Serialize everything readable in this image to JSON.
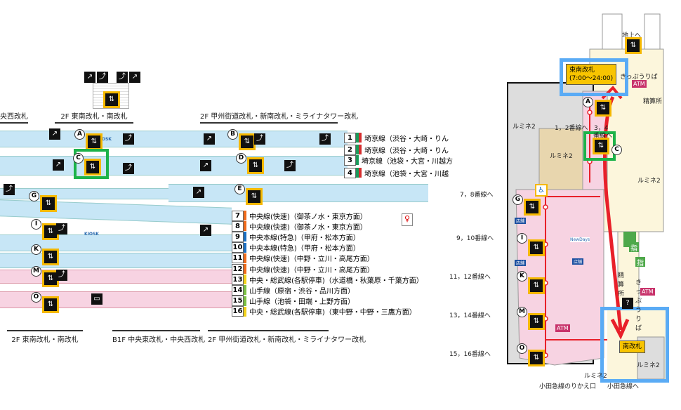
{
  "left_map": {
    "sections_top": [
      "央西改札",
      "2F 東南改札・南改札",
      "2F 甲州街道改札・新南改札・ミライナタワー改札"
    ],
    "sections_bottom": [
      "2F 東南改札・南改札",
      "B1F 中央東改札・中央西改札",
      "2F 甲州街道改札・新南改札・ミライナタワー改札"
    ],
    "markers": [
      "A",
      "B",
      "C",
      "D",
      "E",
      "G",
      "I",
      "K",
      "M",
      "O"
    ],
    "kiosk": "KIOSK",
    "tracks": [
      {
        "num": "1",
        "label": "埼京線（渋谷・大崎・りん",
        "color": "#d62e2e"
      },
      {
        "num": "2",
        "label": "埼京線（渋谷・大崎・りん",
        "color": "#d62e2e"
      },
      {
        "num": "3",
        "label": "埼京線（池袋・大宮・川越方",
        "color": "#1a9a5a"
      },
      {
        "num": "4",
        "label": "埼京線（池袋・大宮・川越",
        "color": "#d62e2e"
      },
      {
        "num": "7",
        "label": "中央線(快速)（御茶ノ水・東京方面）",
        "color": "#f06a1a"
      },
      {
        "num": "8",
        "label": "中央線(快速)（御茶ノ水・東京方面）",
        "color": "#f06a1a"
      },
      {
        "num": "9",
        "label": "中央本線(特急)（甲府・松本方面）",
        "color": "#1b6fc2"
      },
      {
        "num": "10",
        "label": "中央本線(特急)（甲府・松本方面）",
        "color": "#1b6fc2"
      },
      {
        "num": "11",
        "label": "中央線(快速)（中野・立川・高尾方面）",
        "color": "#f06a1a"
      },
      {
        "num": "12",
        "label": "中央線(快速)（中野・立川・高尾方面）",
        "color": "#f06a1a"
      },
      {
        "num": "13",
        "label": "中央・総武線(各駅停車)（水道橋・秋葉原・千葉方面）",
        "color": "#f2d21a"
      },
      {
        "num": "14",
        "label": "山手線（原宿・渋谷・品川方面）",
        "color": "#7bc043"
      },
      {
        "num": "15",
        "label": "山手線（池袋・田端・上野方面）",
        "color": "#7bc043"
      },
      {
        "num": "16",
        "label": "中央・総武線(各駅停車)（東中野・中野・三鷹方面）",
        "color": "#f2d21a"
      }
    ]
  },
  "right_map": {
    "gate_east_south": "東南改札",
    "gate_east_south_hours": "(7:00〜24:00)",
    "gate_south": "南改札",
    "to_ground": "地上へ",
    "ticket_area": "きっぷうりば",
    "ticket_area2": "きっぷうりば",
    "fare_adjust": "精算所",
    "fare_adjust2": "精算所",
    "lumine_1": "ルミネ2",
    "lumine_2": "ルミネ2",
    "lumine_3": "ルミネ2",
    "lumine_4": "ルミネ2",
    "lumine_5": "ルミネ2",
    "track_12": "1，2番線へ",
    "track_34": "3，4",
    "track_34b": "番線へ",
    "track_78": "7，8番線へ",
    "track_910": "9，10番線へ",
    "track_1112": "11，12番線へ",
    "track_1314": "13，14番線へ",
    "track_1516": "15，16番線へ",
    "odakyu_transfer": "小田急線のりかえ口",
    "to_odakyu": "小田急線へ",
    "atm": "ATM",
    "reserved": "指",
    "shop": "店舗",
    "newdays": "NewDays",
    "markers": [
      "A",
      "C",
      "G",
      "I",
      "K",
      "M",
      "O"
    ]
  },
  "colors": {
    "highlight_blue": "#5aabf5",
    "highlight_green": "#1db34a",
    "route_red": "#e8202a",
    "elevator_yellow": "#f5b800"
  }
}
